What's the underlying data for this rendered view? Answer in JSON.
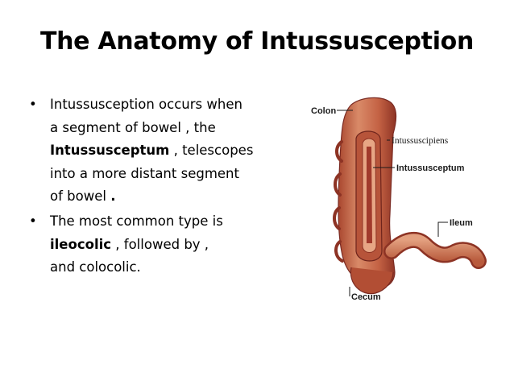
{
  "slide": {
    "title": "The Anatomy of Intussusception",
    "bullet_glyph": "•",
    "bullets": [
      {
        "line1": "Intussusception occurs when",
        "line2": "a segment of bowel , the",
        "bold_term": "Intussusceptum",
        "line3_rest": " , telescopes",
        "line4": "into a more distant segment",
        "line5": "of bowel ",
        "period": "."
      },
      {
        "line1": "The most common type is",
        "bold_term": "ileocolic",
        "line2_rest": " , followed by  ,",
        "line3": "and colocolic."
      }
    ]
  },
  "figure": {
    "labels": {
      "colon": "Colon",
      "intussuscipiens": "Intussuscipiens",
      "intussusceptum": "Intussusceptum",
      "ileum": "Ileum",
      "cecum": "Cecum"
    },
    "colors": {
      "outer_wall": "#c5684a",
      "inner_wall": "#7a2a22",
      "highlight": "#e9a07f",
      "lumen": "#a13a2c"
    }
  }
}
